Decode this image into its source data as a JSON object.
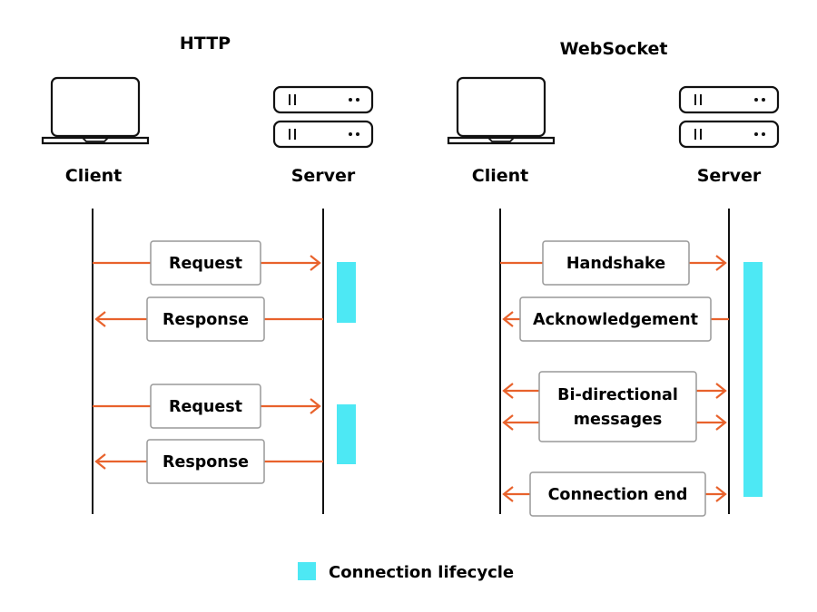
{
  "colors": {
    "arrow": "#e8622c",
    "lifecycle": "#4de8f4",
    "line": "#111111",
    "box_border": "#999999"
  },
  "http": {
    "title": "HTTP",
    "client_label": "Client",
    "server_label": "Server",
    "client_icon": "laptop-icon",
    "server_icon": "server-rack-icon",
    "messages": [
      "Request",
      "Response",
      "Request",
      "Response"
    ]
  },
  "websocket": {
    "title": "WebSocket",
    "client_label": "Client",
    "server_label": "Server",
    "client_icon": "laptop-icon",
    "server_icon": "server-rack-icon",
    "messages": {
      "handshake": "Handshake",
      "acknowledgement": "Acknowledgement",
      "bidirectional_line1": "Bi-directional",
      "bidirectional_line2": "messages",
      "connection_end": "Connection end"
    }
  },
  "legend": {
    "label": "Connection lifecycle"
  }
}
